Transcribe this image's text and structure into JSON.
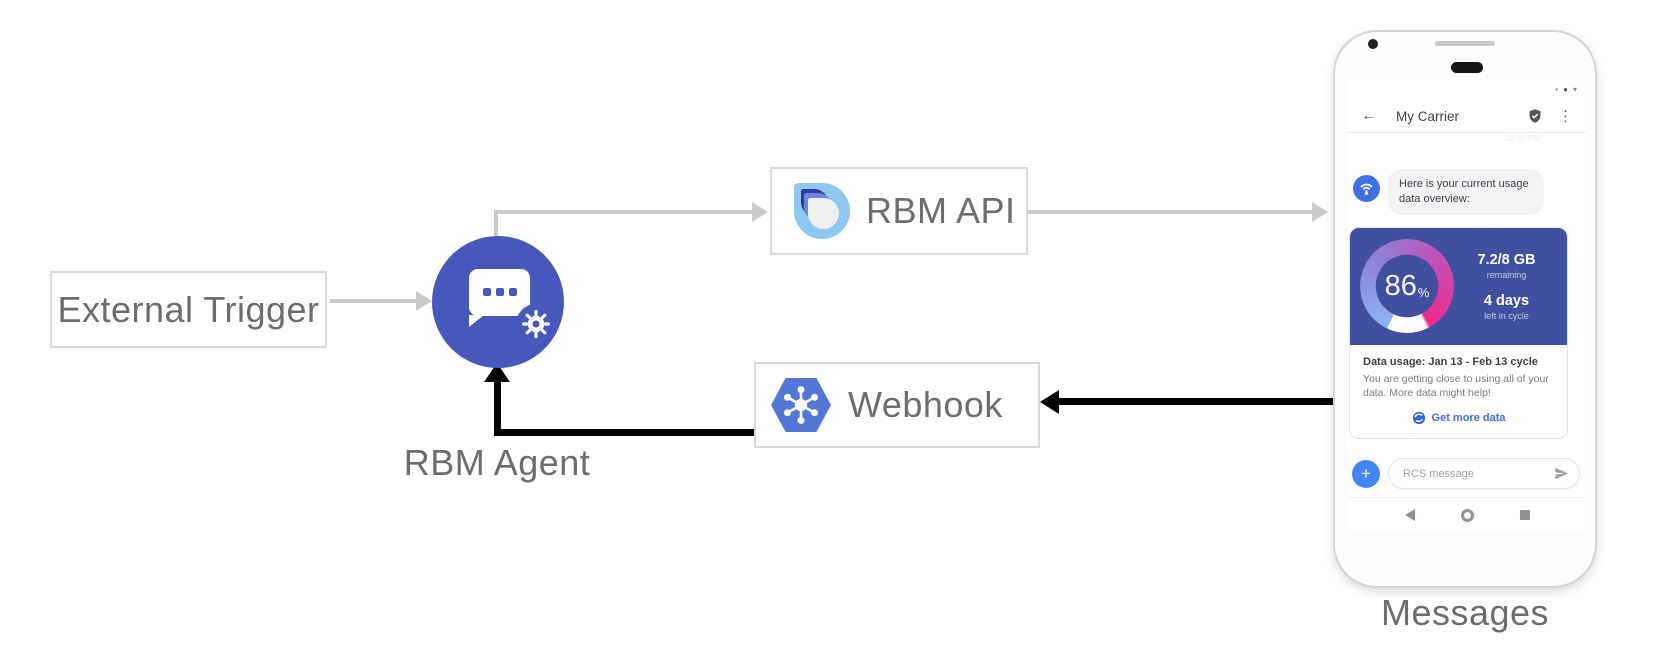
{
  "diagram": {
    "external_trigger": {
      "label": "External Trigger"
    },
    "rbm_agent": {
      "label": "RBM Agent"
    },
    "rbm_api": {
      "label": "RBM API"
    },
    "webhook": {
      "label": "Webhook"
    },
    "phone_caption": "Messages",
    "colors": {
      "agent_circle": "#4758ba",
      "webhook_hexagon": "#5377d4",
      "api_logo_light": "#8ec7ef",
      "request_arrow_gray": "#c9c9c9",
      "event_arrow_black": "#000000",
      "box_border": "#d9d9d9",
      "label_text": "#6a6e71"
    }
  },
  "phone": {
    "status_bar": {
      "square_icon": "▪",
      "dot_icon": "●",
      "triangle_icon": "▾"
    },
    "header": {
      "back_icon": "←",
      "title": "My Carrier",
      "menu_icon": "⋮"
    },
    "timestamp": "12:40 PM",
    "chat": {
      "agent_message": "Here is your current usage data overview:",
      "usage_card": {
        "percent_value": "86",
        "percent_unit": "%",
        "remaining_value": "7.2/8 GB",
        "remaining_label": "remaining",
        "days_value": "4 days",
        "days_label": "left in cycle",
        "title": "Data usage: Jan 13 - Feb 13 cycle",
        "body": "You are getting close to using all of your data. More data might help!",
        "action_label": "Get more data",
        "card_color": "#40509f",
        "action_color": "#3e6edf"
      }
    },
    "composer": {
      "plus_label": "+",
      "placeholder": "RCS message"
    },
    "nav": {
      "icons": [
        "back-triangle",
        "home-circle",
        "recents-square"
      ]
    }
  }
}
